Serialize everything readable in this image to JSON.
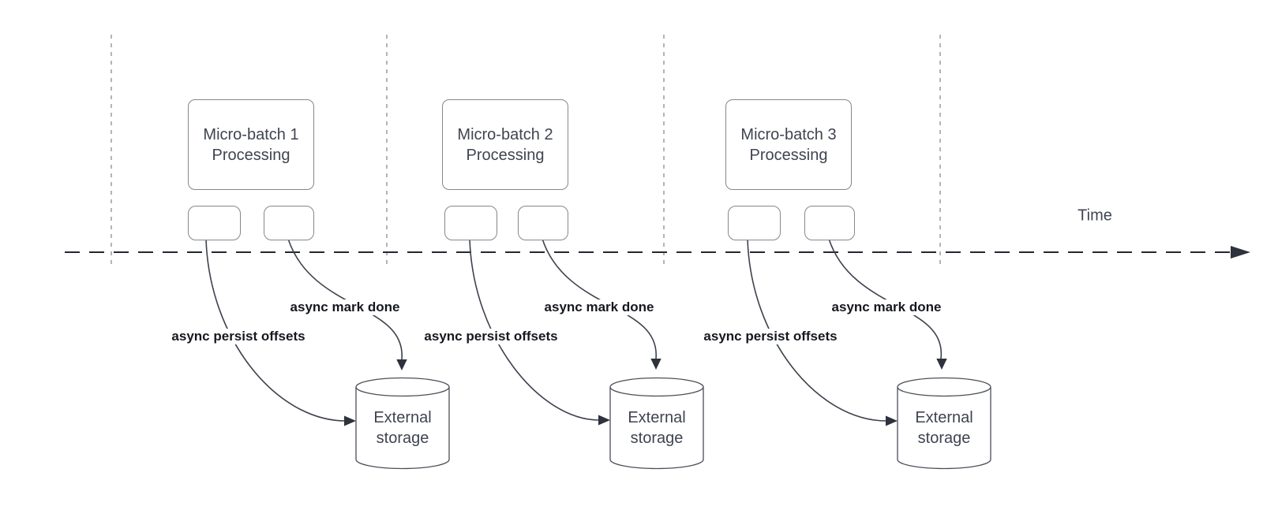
{
  "time_label": "Time",
  "sections": [
    {
      "box_title": "Micro-batch 1",
      "box_subtitle": "Processing",
      "persist_label": "async persist offsets",
      "done_label": "async mark done",
      "storage_label": "External storage"
    },
    {
      "box_title": "Micro-batch 2",
      "box_subtitle": "Processing",
      "persist_label": "async persist offsets",
      "done_label": "async mark done",
      "storage_label": "External storage"
    },
    {
      "box_title": "Micro-batch 3",
      "box_subtitle": "Processing",
      "persist_label": "async persist offsets",
      "done_label": "async mark done",
      "storage_label": "External storage"
    }
  ],
  "colors": {
    "background": "#ffffff",
    "guide_line": "#9b9b9f",
    "timeline": "#26282f",
    "connector": "#3e424d",
    "arrowhead": "#2e323c",
    "shape_border": "#85878d",
    "cylinder_border": "#4b4f58",
    "shape_text": "#3f4450",
    "label_text": "#16181f"
  }
}
